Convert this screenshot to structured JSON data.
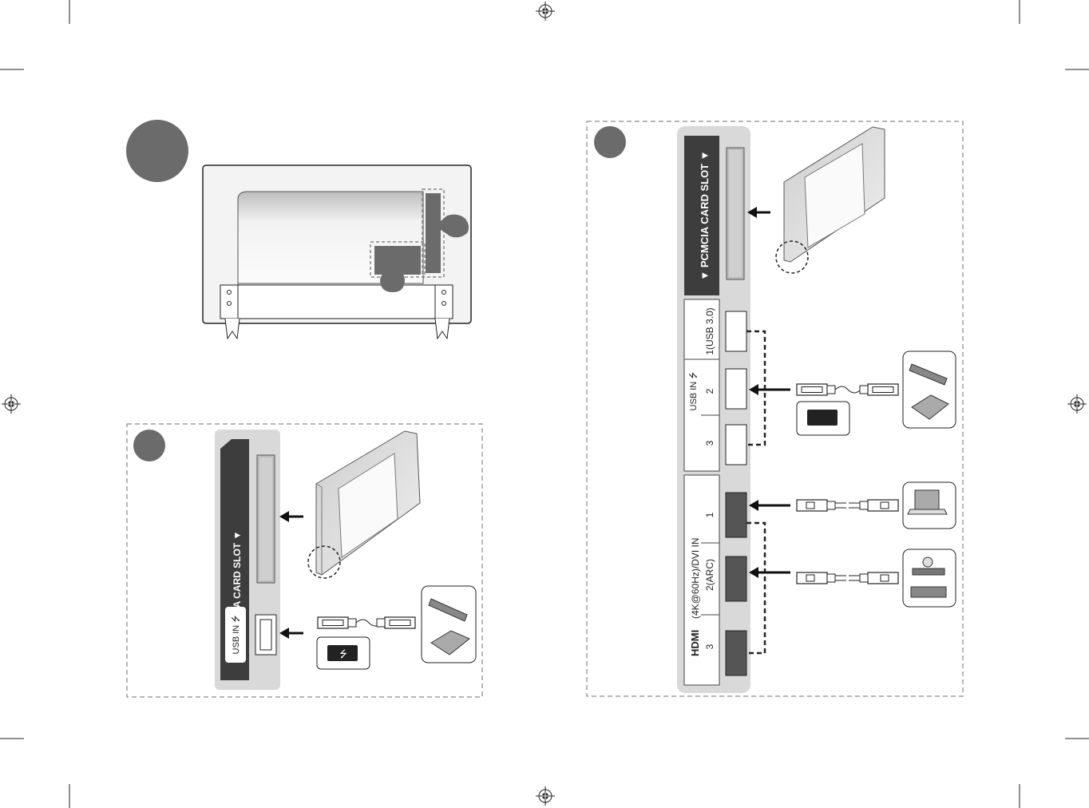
{
  "panel_a": {
    "pcmcia_label": "▼ PCMCIA CARD SLOT ▼",
    "usb_label": "USB IN ⭍"
  },
  "panel_b": {
    "pcmcia_label": "▼ PCMCIA CARD SLOT ▼",
    "usb_group_label": "USB IN ⭍",
    "usb_ports": [
      "1(USB 3.0)",
      "2",
      "3"
    ],
    "hdmi_logo": "HDMI",
    "hdmi_group_label": "(4K@60Hz)/DVI IN",
    "hdmi_ports": [
      "1",
      "2(ARC)",
      "3"
    ]
  },
  "colors": {
    "label_bar": "#3d3d3d",
    "panel_bg": "#d9d9d9",
    "step_circle": "#6b6b6b",
    "dashed_border": "#8a8a8a"
  },
  "icons": [
    "registration-mark-icon",
    "usb-hub-icon",
    "external-hdd-icon",
    "usb-stick-icon",
    "laptop-icon",
    "camcorder-icon",
    "blu-ray-player-icon"
  ]
}
